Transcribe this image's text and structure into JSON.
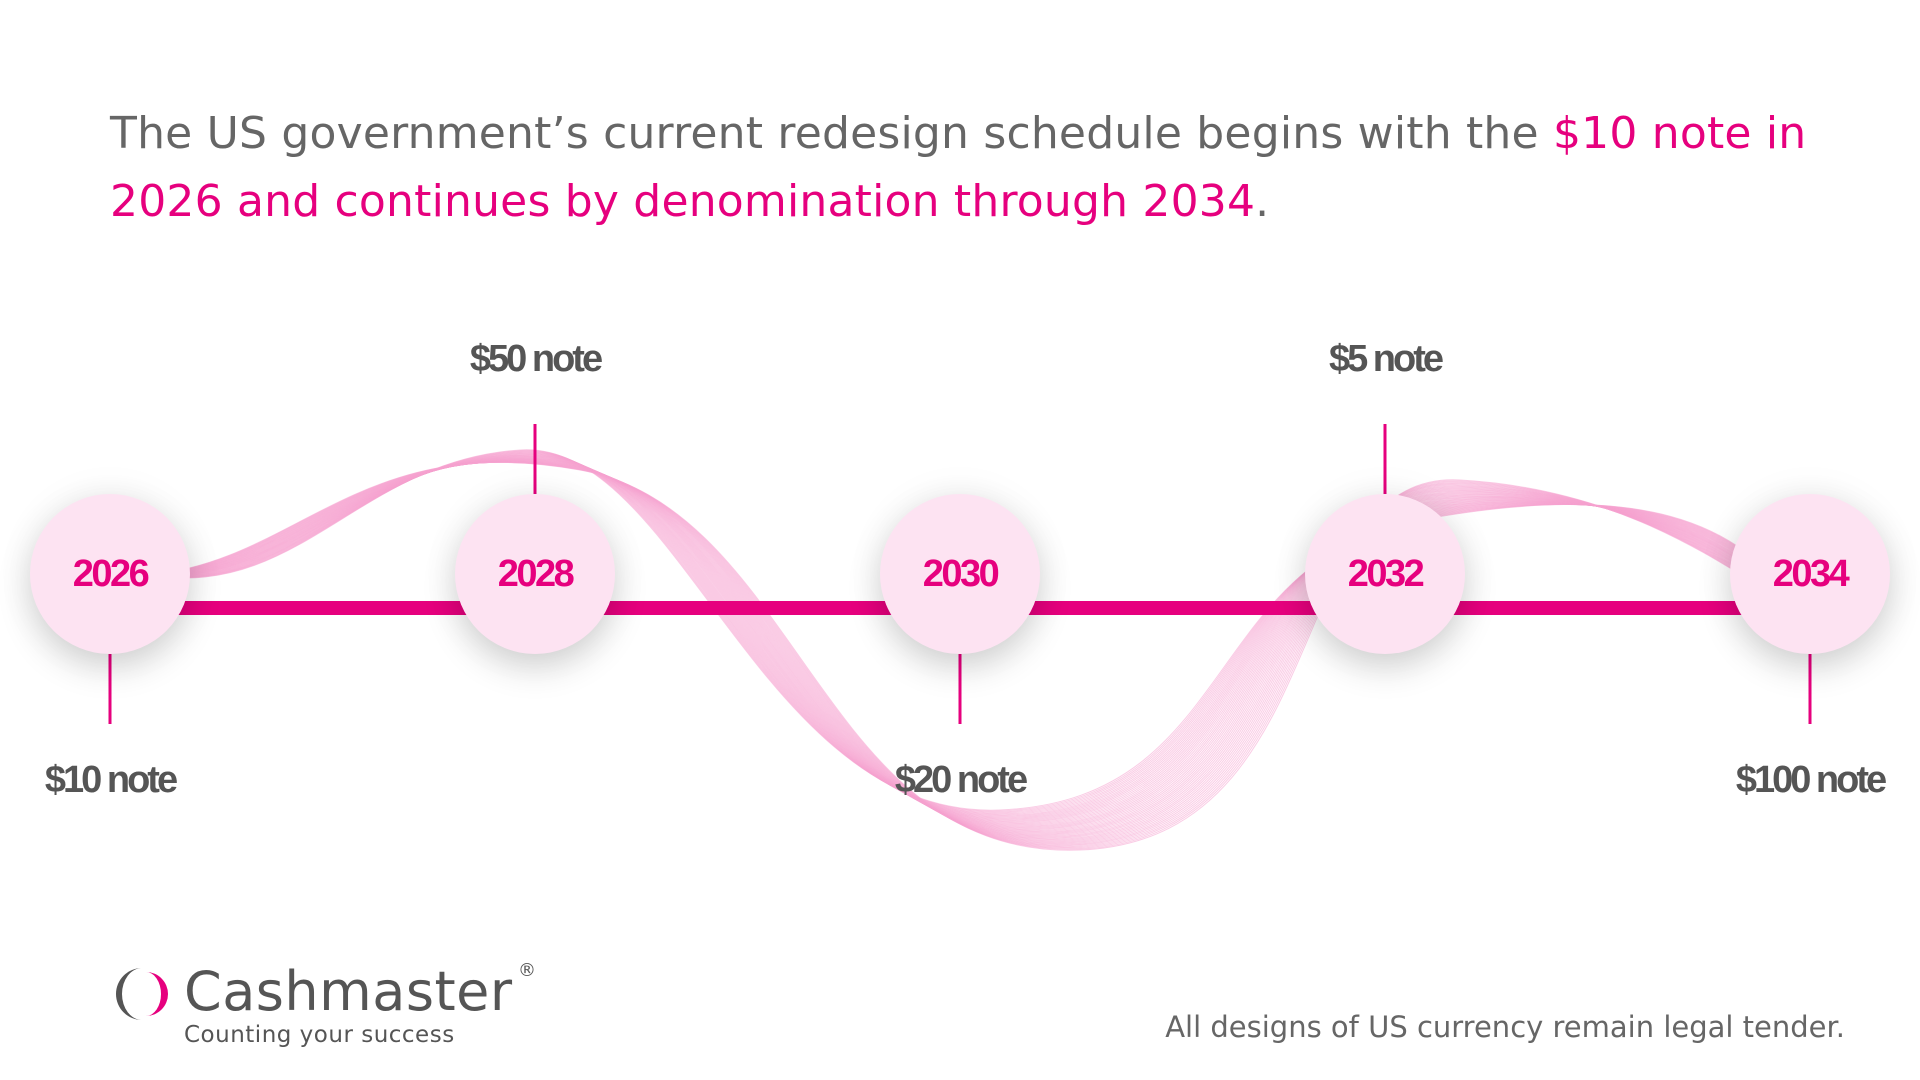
{
  "headline": {
    "prefix": "The US government’s current redesign schedule begins with the ",
    "highlight": "$10 note in 2026 and continues by denomination through 2034",
    "suffix": "."
  },
  "timeline": {
    "colors": {
      "accent": "#e6007e",
      "circle_fill": "#fde3f2",
      "label_text": "#555555",
      "wave_line": "#f5a3cf"
    },
    "milestones": [
      {
        "year": "2026",
        "note": "$10 note",
        "label_side": "below"
      },
      {
        "year": "2028",
        "note": "$50 note",
        "label_side": "above"
      },
      {
        "year": "2030",
        "note": "$20 note",
        "label_side": "below"
      },
      {
        "year": "2032",
        "note": "$5 note",
        "label_side": "above"
      },
      {
        "year": "2034",
        "note": "$100 note",
        "label_side": "below"
      }
    ]
  },
  "brand": {
    "name": "Cashmaster",
    "registered_mark": "®",
    "tagline": "Counting your success",
    "logo_icon": "cashmaster-logo-icon"
  },
  "footnote": "All designs of US currency remain legal tender."
}
